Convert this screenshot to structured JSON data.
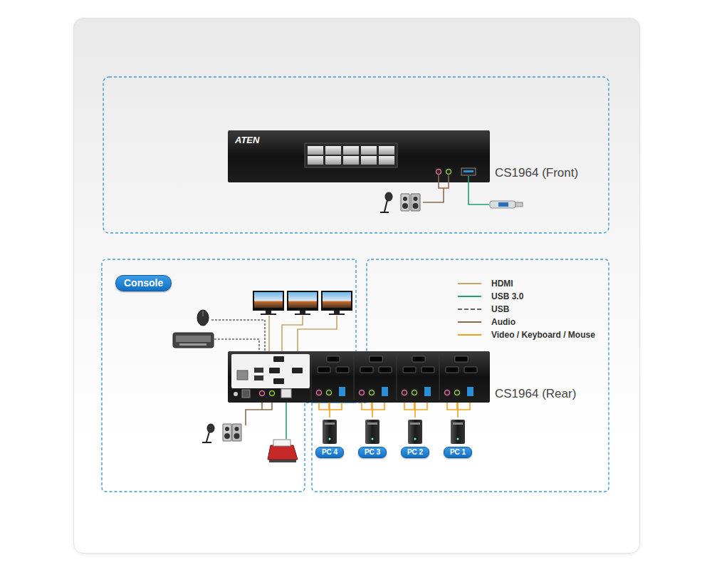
{
  "diagram": {
    "nodes": [
      {
        "text": [
          "ATEN",
          "CS1964 (Front)"
        ]
      },
      {
        "text": [
          "Console"
        ]
      },
      {
        "text": [
          "CS1964 (Rear)"
        ]
      },
      {
        "text": [
          "PC 4"
        ]
      },
      {
        "text": [
          "PC 3"
        ]
      },
      {
        "text": [
          "PC 2"
        ]
      },
      {
        "text": [
          "PC 1"
        ]
      }
    ],
    "edges": [
      {
        "from": 2,
        "to": 3,
        "arrow": "none"
      },
      {
        "from": 2,
        "to": 4,
        "arrow": "none"
      },
      {
        "from": 2,
        "to": 5,
        "arrow": "none"
      },
      {
        "from": 2,
        "to": 6,
        "arrow": "none"
      }
    ],
    "legend": [
      {
        "text": "HDMI",
        "color": "#c9a664"
      },
      {
        "text": "USB 3.0",
        "color": "#1fa07a"
      },
      {
        "text": "USB"
      },
      {
        "text": "Audio",
        "color": "#8b6b4e"
      },
      {
        "text": "Video / Keyboard / Mouse",
        "color": "#f2a31a"
      }
    ]
  }
}
